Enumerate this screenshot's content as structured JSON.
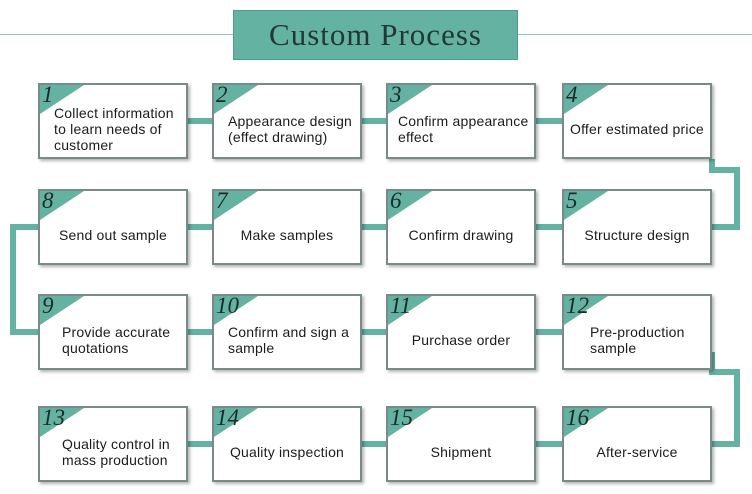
{
  "title": "Custom Process",
  "colors": {
    "accent": "#63b2a2",
    "connector": "#63b2a2",
    "border": "#7a8a88"
  },
  "steps": [
    {
      "number": "1",
      "label": "Collect information to learn needs of customer"
    },
    {
      "number": "2",
      "label": "Appearance design (effect drawing)"
    },
    {
      "number": "3",
      "label": "Confirm appearance effect"
    },
    {
      "number": "4",
      "label": "Offer estimated price"
    },
    {
      "number": "5",
      "label": "Structure design"
    },
    {
      "number": "6",
      "label": "Confirm drawing"
    },
    {
      "number": "7",
      "label": "Make samples"
    },
    {
      "number": "8",
      "label": "Send out sample"
    },
    {
      "number": "9",
      "label": "Provide accurate quotations"
    },
    {
      "number": "10",
      "label": "Confirm and sign a sample"
    },
    {
      "number": "11",
      "label": "Purchase order"
    },
    {
      "number": "12",
      "label": "Pre-production sample"
    },
    {
      "number": "13",
      "label": "Quality control in mass production"
    },
    {
      "number": "14",
      "label": "Quality inspection"
    },
    {
      "number": "15",
      "label": "Shipment"
    },
    {
      "number": "16",
      "label": "After-service"
    }
  ]
}
